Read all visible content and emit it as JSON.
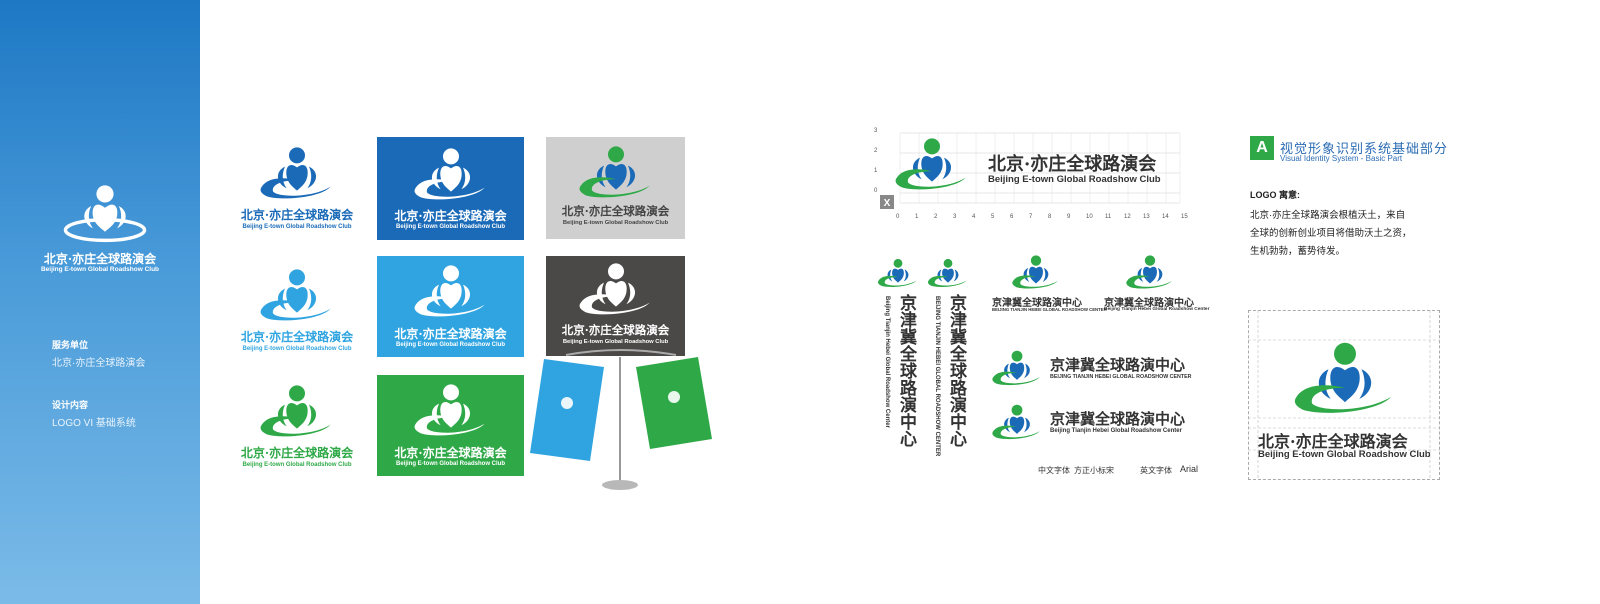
{
  "sidebar": {
    "brand_cn": "北京·亦庄全球路演会",
    "brand_en": "Beijing E-town Global Roadshow Club",
    "service_label": "服务单位",
    "service_value": "北京·亦庄全球路演会",
    "design_label": "设计内容",
    "design_value": "LOGO VI 基础系统"
  },
  "logo": {
    "name_cn": "北京·亦庄全球路演会",
    "name_en": "Beijing E-town Global Roadshow Club"
  },
  "alt_logo": {
    "name_cn": "京津冀全球路演中心",
    "name_en_upper": "BEIJING TIANJIN HEBEI GLOBAL ROADSHOW CENTER",
    "name_en": "Beijing Tianjin Hebei Global Roadshow Center"
  },
  "fonts_note": {
    "cn_label": "中文字体",
    "cn_value": "方正小标宋",
    "en_label": "英文字体",
    "en_value": "Arial"
  },
  "section": {
    "badge": "A",
    "title": "视觉形象识别系统基础部分",
    "subtitle": "Visual Identity System - Basic Part"
  },
  "meaning": {
    "title": "LOGO 寓意:",
    "lines": [
      "北京·亦庄全球路演会根植沃土，来自",
      "全球的创新创业项目将借助沃土之资，",
      "生机勃勃，蓄势待发。"
    ]
  },
  "grid": {
    "x_label": "X",
    "x_ticks": [
      "0",
      "1",
      "2",
      "3",
      "4",
      "5",
      "6",
      "7",
      "8",
      "9",
      "10",
      "11",
      "12",
      "13",
      "14",
      "15"
    ],
    "y_ticks": [
      "3",
      "2",
      "1",
      "0"
    ]
  },
  "colors": {
    "blue_dark": "#1a6ab8",
    "blue_light": "#2fa4e0",
    "green": "#2fa948",
    "gray": "#cfcfcf",
    "charcoal": "#4b4848"
  }
}
